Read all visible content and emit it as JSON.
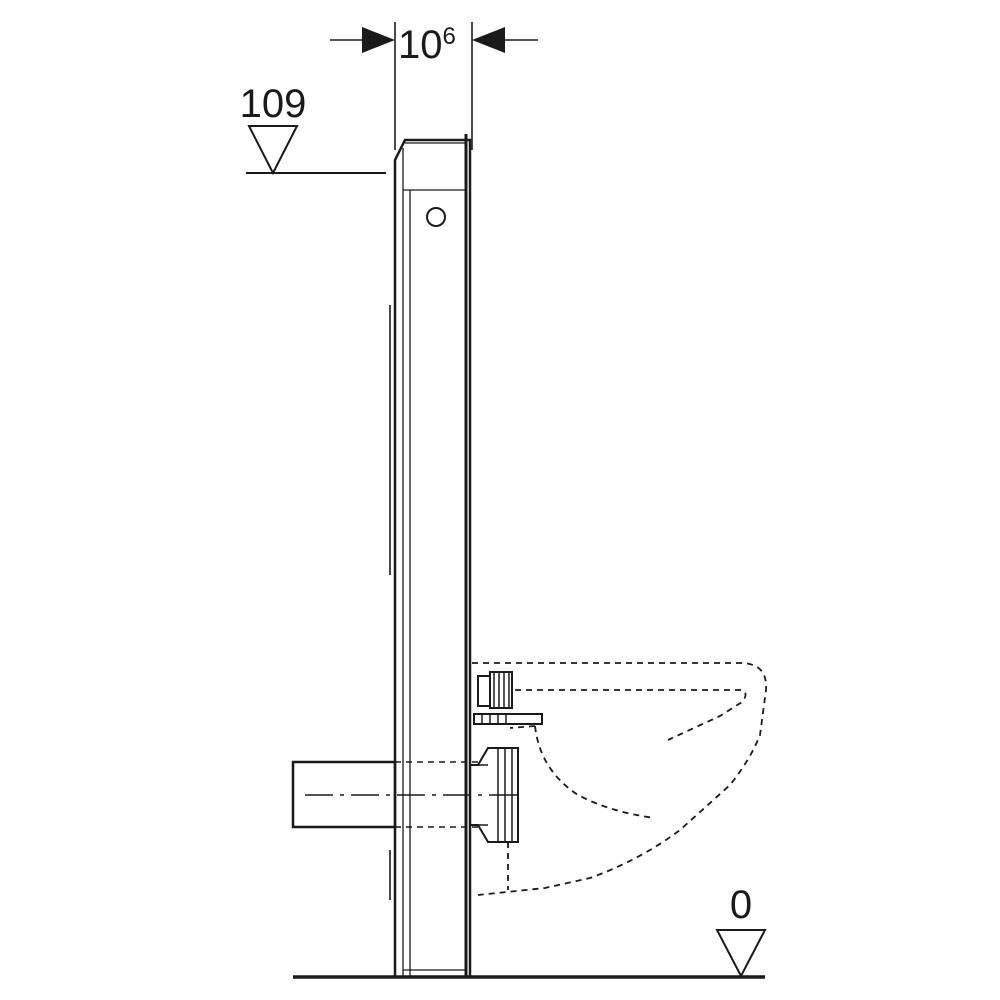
{
  "diagram": {
    "width_dimension": {
      "main": "10",
      "superscript": "6"
    },
    "height_marker": "109",
    "floor_marker": "0"
  }
}
